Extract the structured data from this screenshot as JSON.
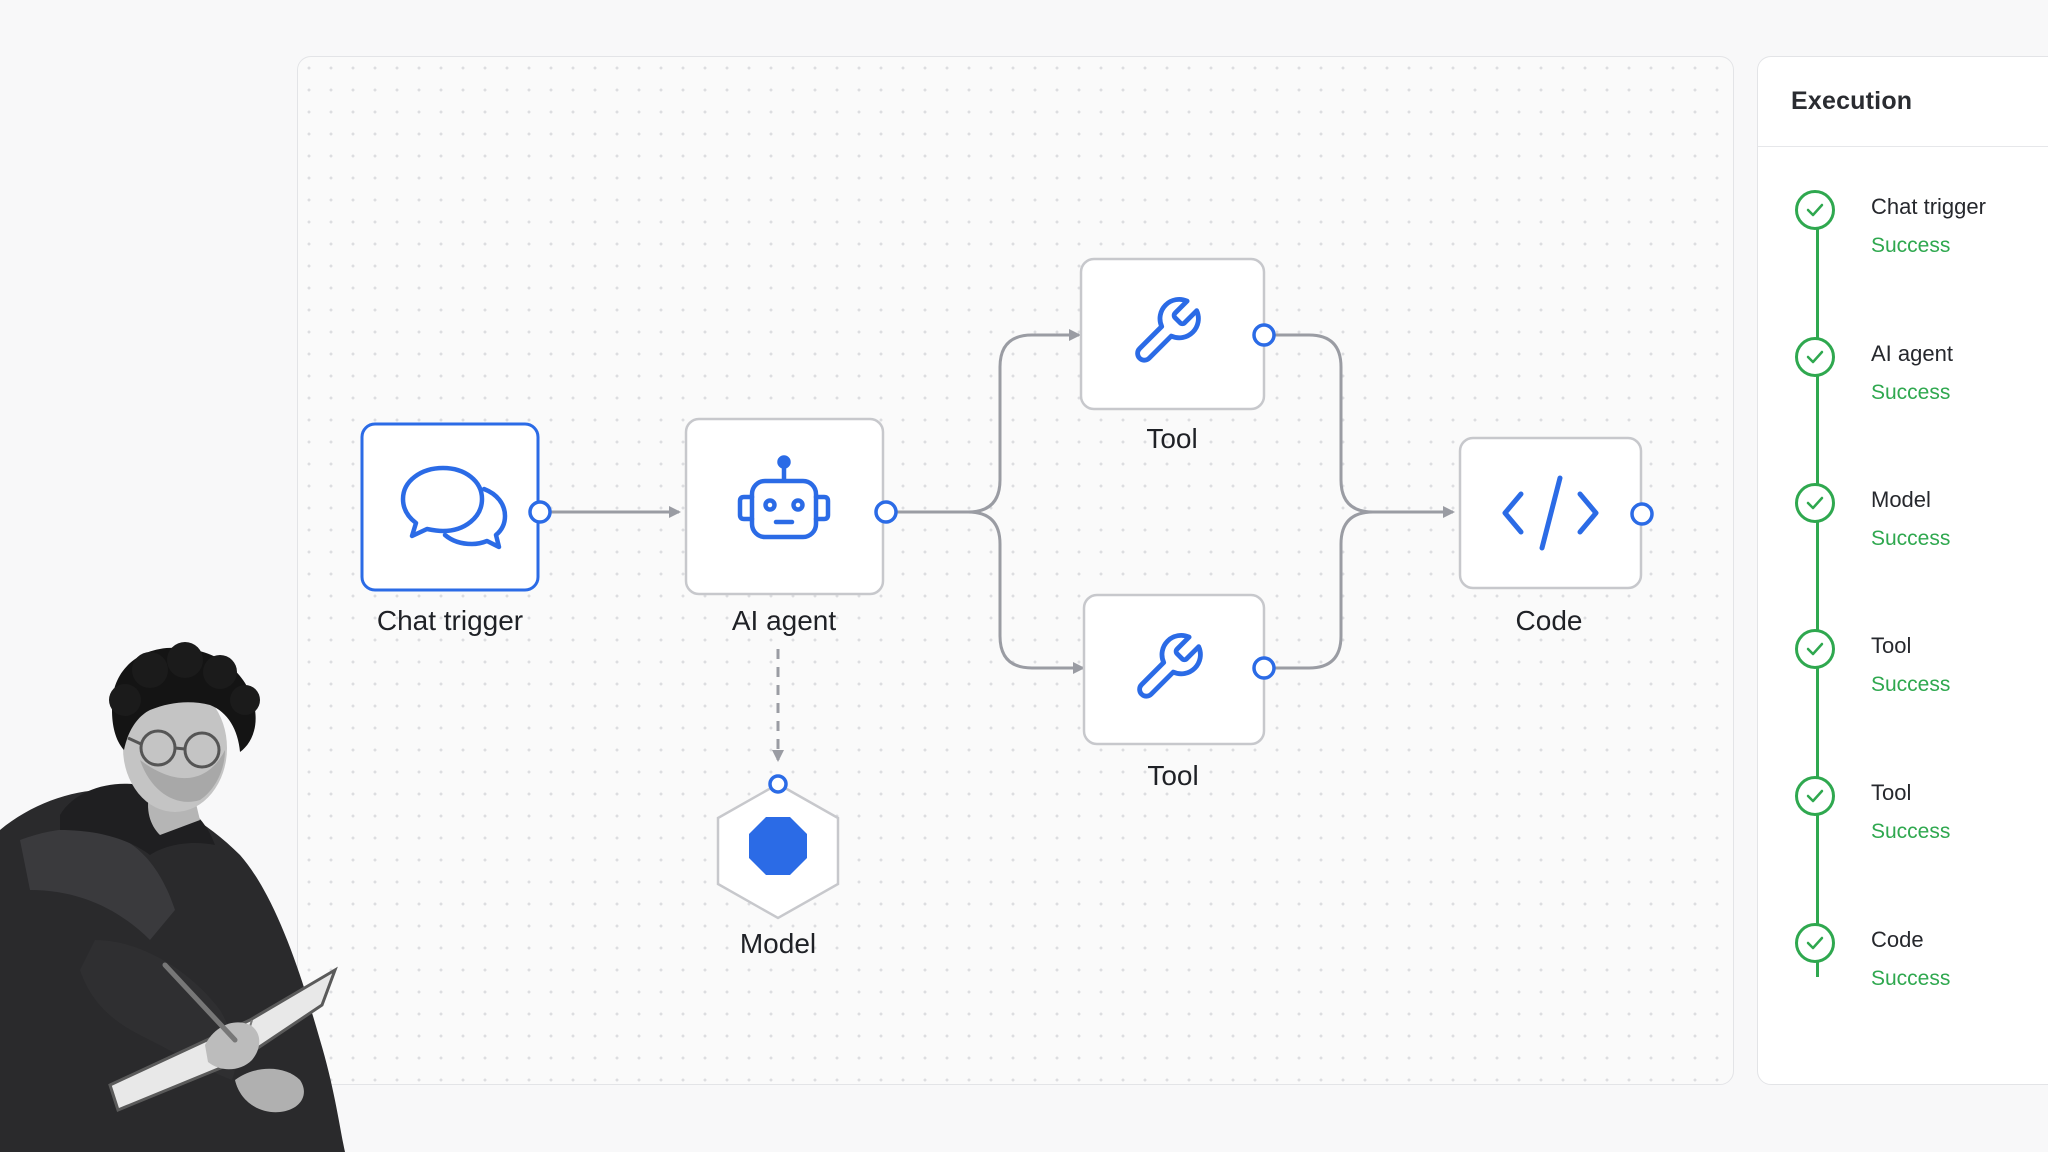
{
  "canvas": {
    "nodes": {
      "chat_trigger": "Chat trigger",
      "ai_agent": "AI agent",
      "tool_top": "Tool",
      "tool_bottom": "Tool",
      "code": "Code",
      "model": "Model"
    },
    "icons": {
      "chat_trigger": "chat-bubbles-icon",
      "ai_agent": "robot-icon",
      "tool": "wrench-icon",
      "code": "code-brackets-icon",
      "model": "octagon-model-icon"
    }
  },
  "execution": {
    "title": "Execution",
    "items": [
      {
        "name": "Chat trigger",
        "status": "Success"
      },
      {
        "name": "AI agent",
        "status": "Success"
      },
      {
        "name": "Model",
        "status": "Success"
      },
      {
        "name": "Tool",
        "status": "Success"
      },
      {
        "name": "Tool",
        "status": "Success"
      },
      {
        "name": "Code",
        "status": "Success"
      }
    ]
  },
  "colors": {
    "accent_blue": "#2b6be6",
    "success_green": "#2fa84f",
    "connector_gray": "#9a9ca3",
    "node_border": "#c7c8cc"
  }
}
